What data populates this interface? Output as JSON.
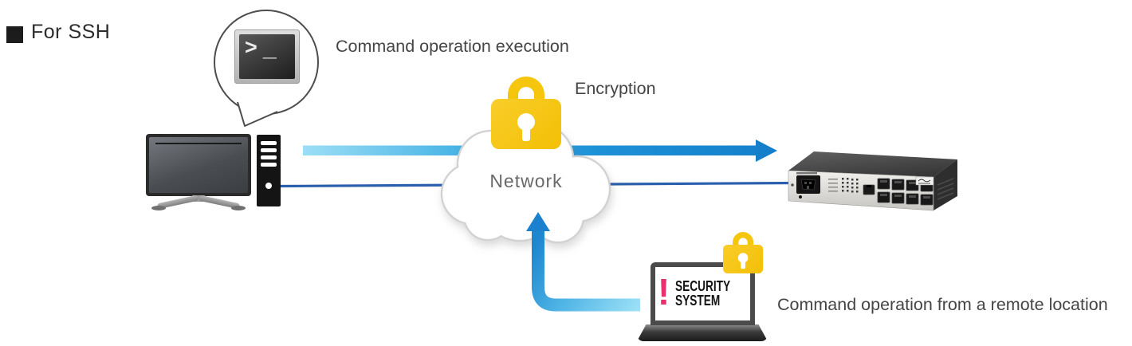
{
  "section": {
    "title": "For SSH"
  },
  "labels": {
    "command_execution": "Command operation execution",
    "encryption": "Encryption",
    "network": "Network",
    "remote_command": "Command operation from a remote location"
  },
  "terminal_icon": {
    "prompt": ">",
    "cursor": "_"
  },
  "security_system_screen": {
    "exclamation": "!",
    "line1": "SECURITY",
    "line2": "SYSTEM"
  },
  "icons": {
    "section-bullet-icon": "black-square",
    "terminal-icon": ">_",
    "speech-bubble-icon": "outlined-circle-callout",
    "desktop-pc-icon": "monitor-and-tower",
    "padlock-icon": "yellow-padlock",
    "cloud-icon": "white-cloud-outline",
    "right-arrow-icon": "thick-blue-right-arrow",
    "up-arrow-icon": "thick-blue-elbow-up-arrow",
    "network-line-icon": "thin-navy-line",
    "network-switch-icon": "8-port-ethernet-switch",
    "laptop-icon": "laptop-with-alert-screen"
  },
  "colors": {
    "arrow_blue": "#1786cf",
    "arrow_light_cyan": "#92dcf5",
    "network_line_navy": "#2a5fae",
    "padlock_yellow": "#f6c60e",
    "alert_magenta": "#e8306e",
    "label_text": "#454545",
    "network_label_text": "#696969",
    "background": "#ffffff"
  }
}
